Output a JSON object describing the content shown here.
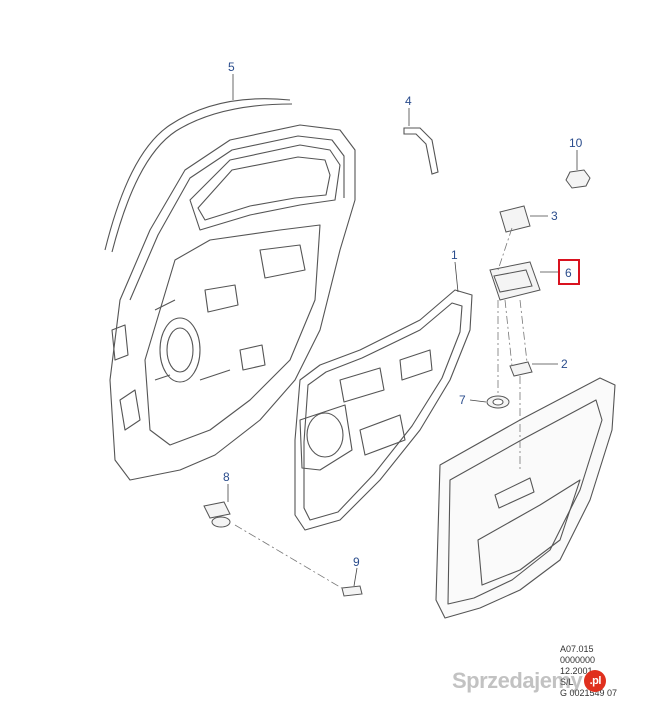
{
  "callouts": [
    {
      "id": "5",
      "label": "5"
    },
    {
      "id": "4",
      "label": "4"
    },
    {
      "id": "10",
      "label": "10"
    },
    {
      "id": "3",
      "label": "3"
    },
    {
      "id": "1",
      "label": "1"
    },
    {
      "id": "6",
      "label": "6",
      "highlighted": true
    },
    {
      "id": "2",
      "label": "2"
    },
    {
      "id": "7",
      "label": "7"
    },
    {
      "id": "8",
      "label": "8"
    },
    {
      "id": "9",
      "label": "9"
    }
  ],
  "reference": {
    "line1": "A07.015",
    "line2": "0000000",
    "line3": "12.2001",
    "line4": "S/L",
    "line5": "G 0021549 07"
  },
  "watermark": {
    "text": "Sprzedajemy",
    "badge": ".pl"
  },
  "colors": {
    "line": "#5a5a5a",
    "callout": "#2a4c8c",
    "highlight": "#d9121f"
  }
}
